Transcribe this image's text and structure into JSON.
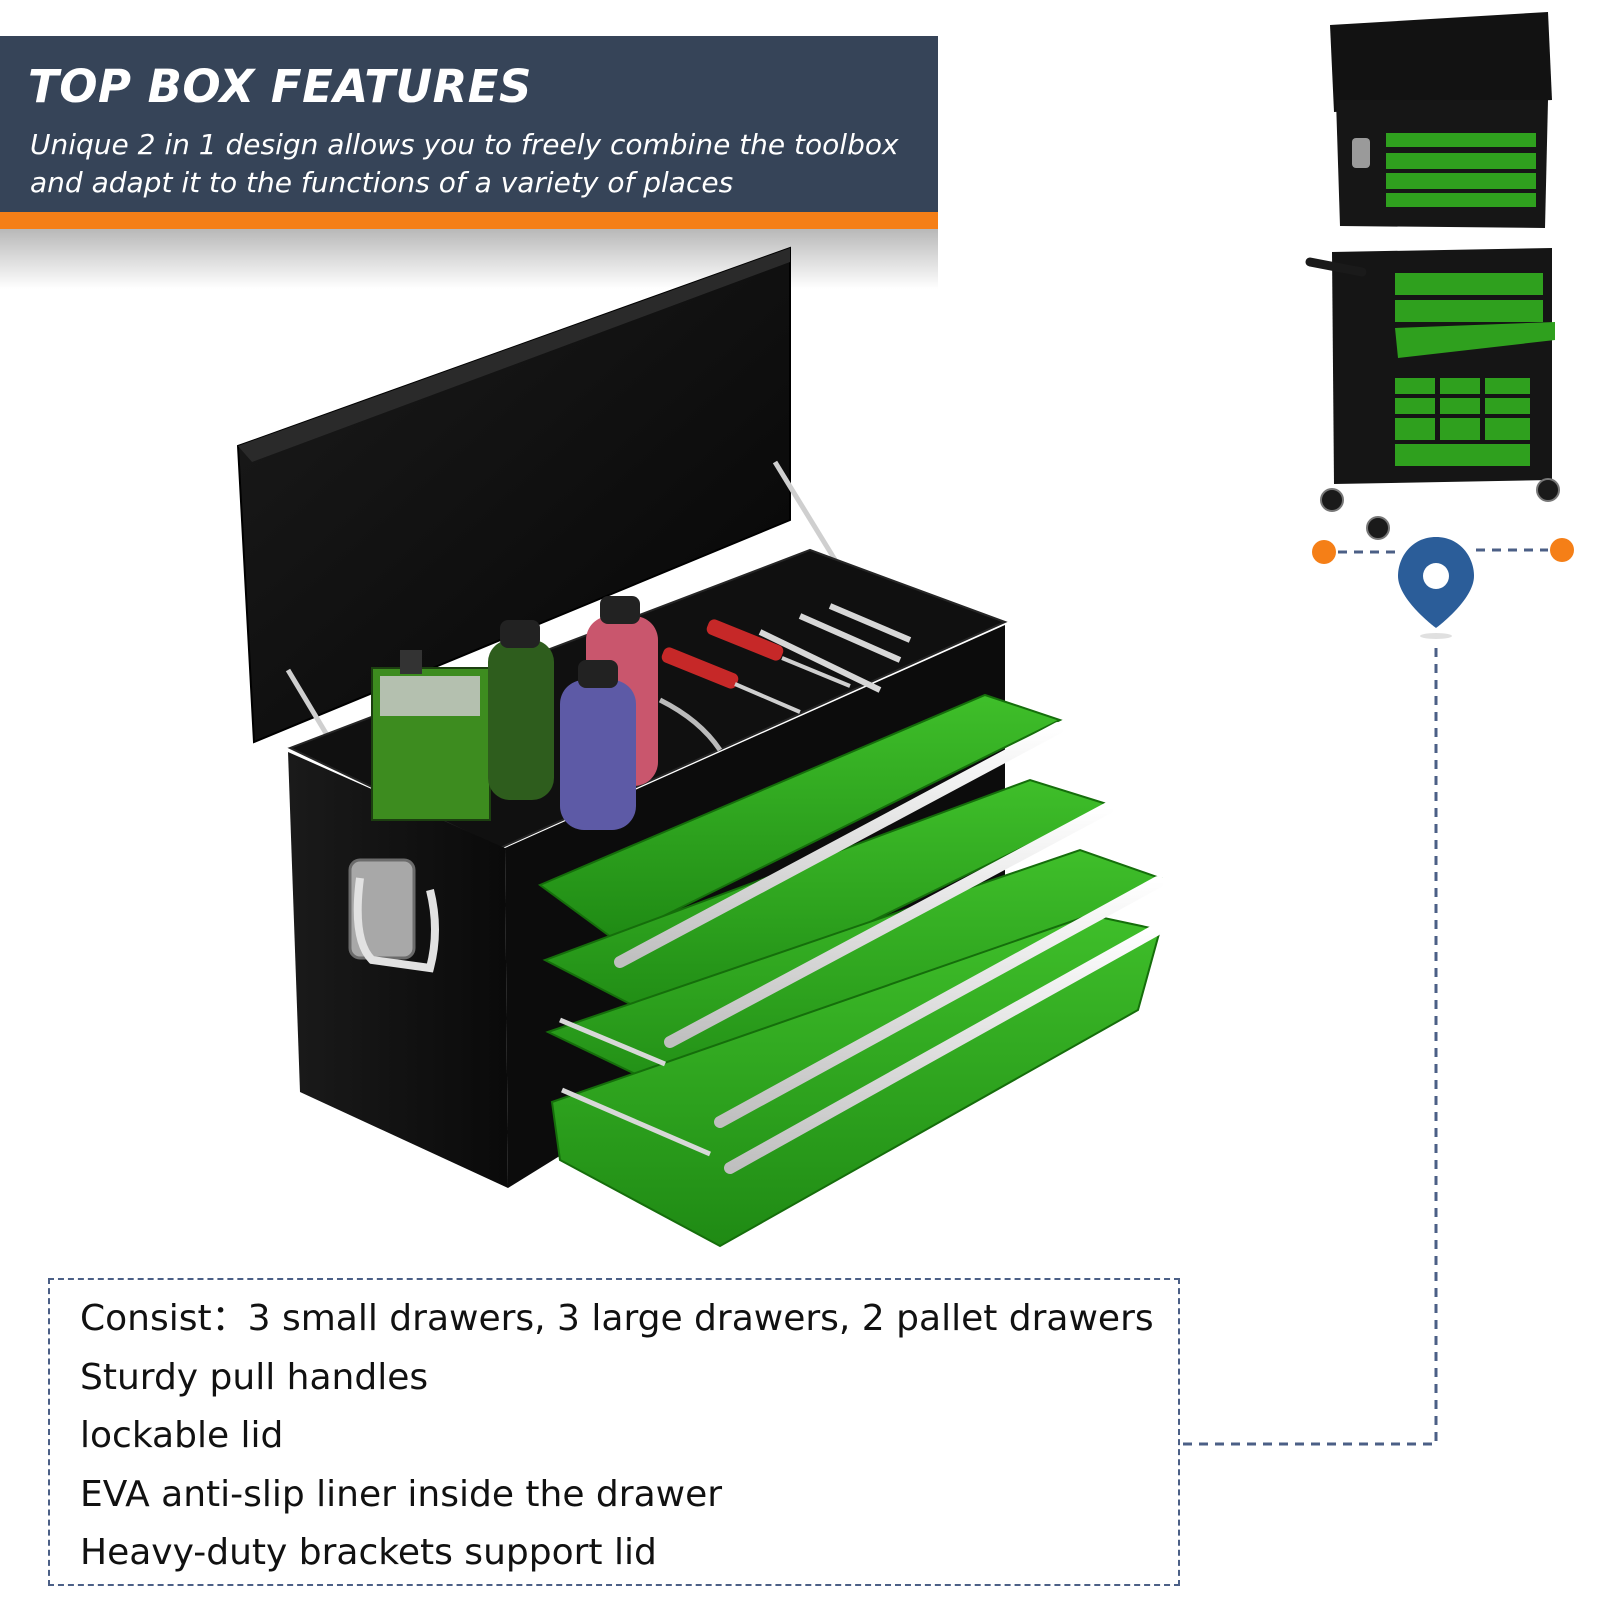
{
  "banner": {
    "title": "TOP BOX FEATURES",
    "subtitle": "Unique 2 in 1 design allows you to freely combine the toolbox and adapt it to the functions of a variety of places"
  },
  "colors": {
    "banner_bg": "#364458",
    "banner_accent": "#f57f17",
    "drawer_green": "#2fa01e",
    "cabinet_black": "#141414",
    "connector_blue": "#2b5d99",
    "connector_dot": "#f57f17"
  },
  "icons": {
    "location": "map-pin-icon"
  },
  "features": [
    "Consist：3 small drawers, 3 large drawers, 2 pallet drawers",
    "Sturdy pull handles",
    "lockable lid",
    "EVA anti-slip liner inside the drawer",
    "Heavy-duty brackets support lid"
  ]
}
